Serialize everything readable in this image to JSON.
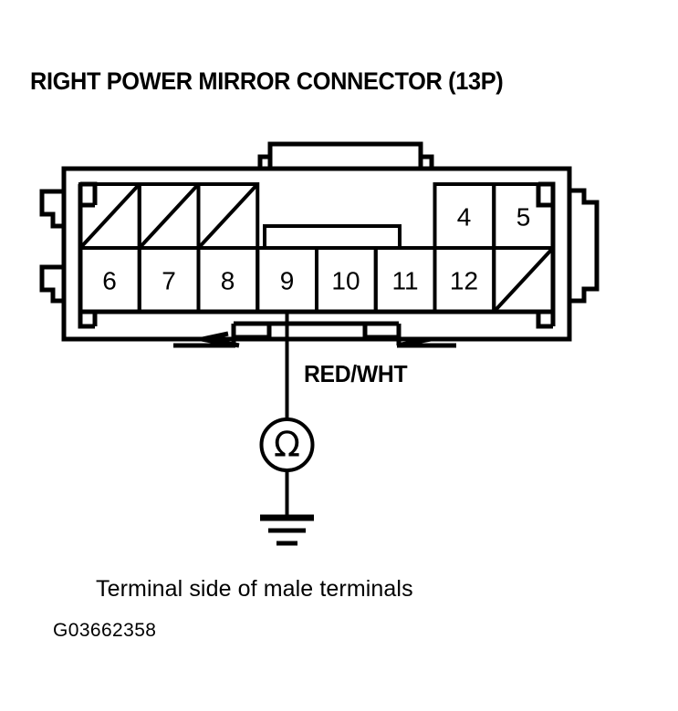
{
  "figure": {
    "title": "RIGHT POWER MIRROR CONNECTOR (13P)",
    "caption": "Terminal side of male terminals",
    "figure_id": "G03662358",
    "line_color": "#000000",
    "background_color": "#ffffff"
  },
  "connector": {
    "pin_count_label": "13P",
    "top_row": [
      {
        "label": "",
        "blanked": true
      },
      {
        "label": "",
        "blanked": true
      },
      {
        "label": "",
        "blanked": true
      },
      {
        "label": "4",
        "blanked": false
      },
      {
        "label": "5",
        "blanked": false
      }
    ],
    "bottom_row": [
      {
        "label": "6",
        "blanked": false
      },
      {
        "label": "7",
        "blanked": false
      },
      {
        "label": "8",
        "blanked": false
      },
      {
        "label": "9",
        "blanked": false
      },
      {
        "label": "10",
        "blanked": false
      },
      {
        "label": "11",
        "blanked": false
      },
      {
        "label": "12",
        "blanked": false
      },
      {
        "label": "",
        "blanked": true
      }
    ]
  },
  "circuit": {
    "wire_label": "RED/WHT",
    "wire_from_pin": "9",
    "meter_symbol": "Ω",
    "meter_type": "ohmmeter",
    "ground_symbol": "earth-ground"
  }
}
